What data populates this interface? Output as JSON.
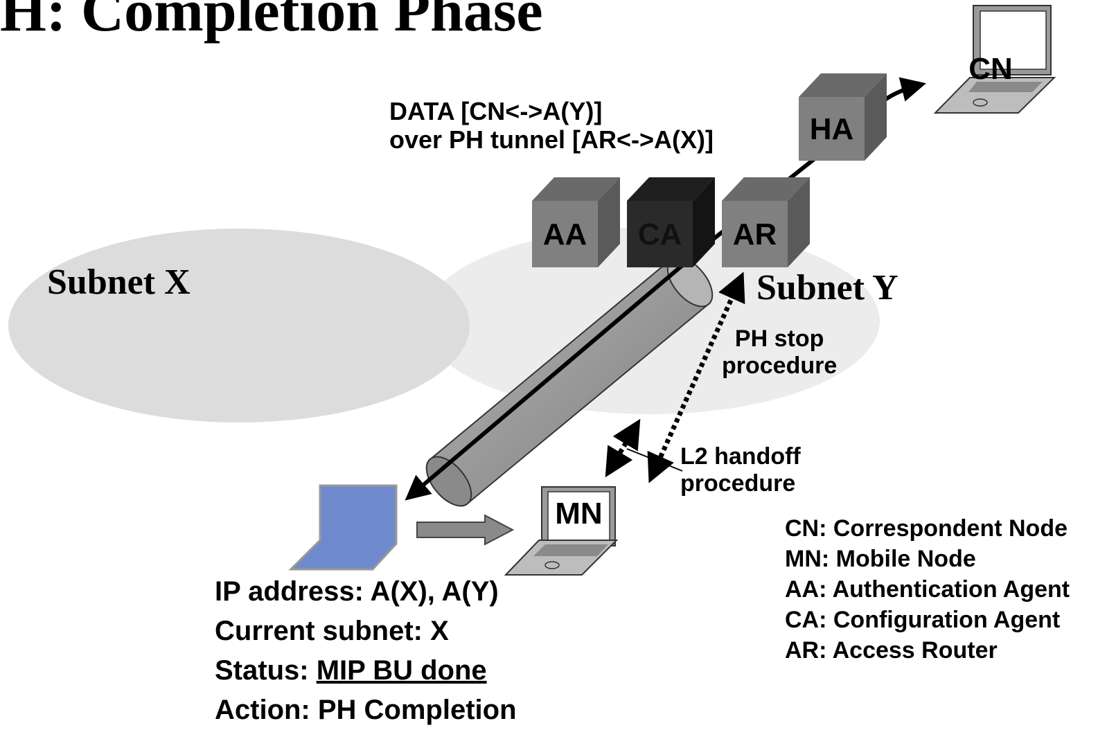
{
  "title": "H: Completion Phase",
  "subnets": {
    "x": "Subnet X",
    "y": "Subnet Y"
  },
  "nodes": {
    "aa": "AA",
    "ca": "CA",
    "ar": "AR",
    "ha": "HA",
    "cn": "CN",
    "mn": "MN"
  },
  "data_label": {
    "line1": "DATA [CN<->A(Y)]",
    "line2": "over PH tunnel [AR<->A(X)]"
  },
  "ph_stop": {
    "line1": "PH stop",
    "line2": "procedure"
  },
  "l2_handoff": {
    "line1": "L2 handoff",
    "line2": "procedure"
  },
  "info": {
    "ip": "IP address: A(X), A(Y)",
    "subnet": "Current subnet: X",
    "status_label": "Status: ",
    "status_value": "MIP BU done",
    "action": "Action: PH Completion"
  },
  "legend": [
    "CN: Correspondent Node",
    "MN: Mobile Node",
    "AA: Authentication Agent",
    "CA: Configuration Agent",
    "AR: Access Router"
  ],
  "colors": {
    "subnet_fill": "#dcdcdc",
    "subnet_y_fill": "#ececec",
    "cube_gray": "#808080",
    "cube_dark": "#2a2a2a",
    "old_laptop": "#6f8acc",
    "tunnel": "#9a9a9a"
  }
}
